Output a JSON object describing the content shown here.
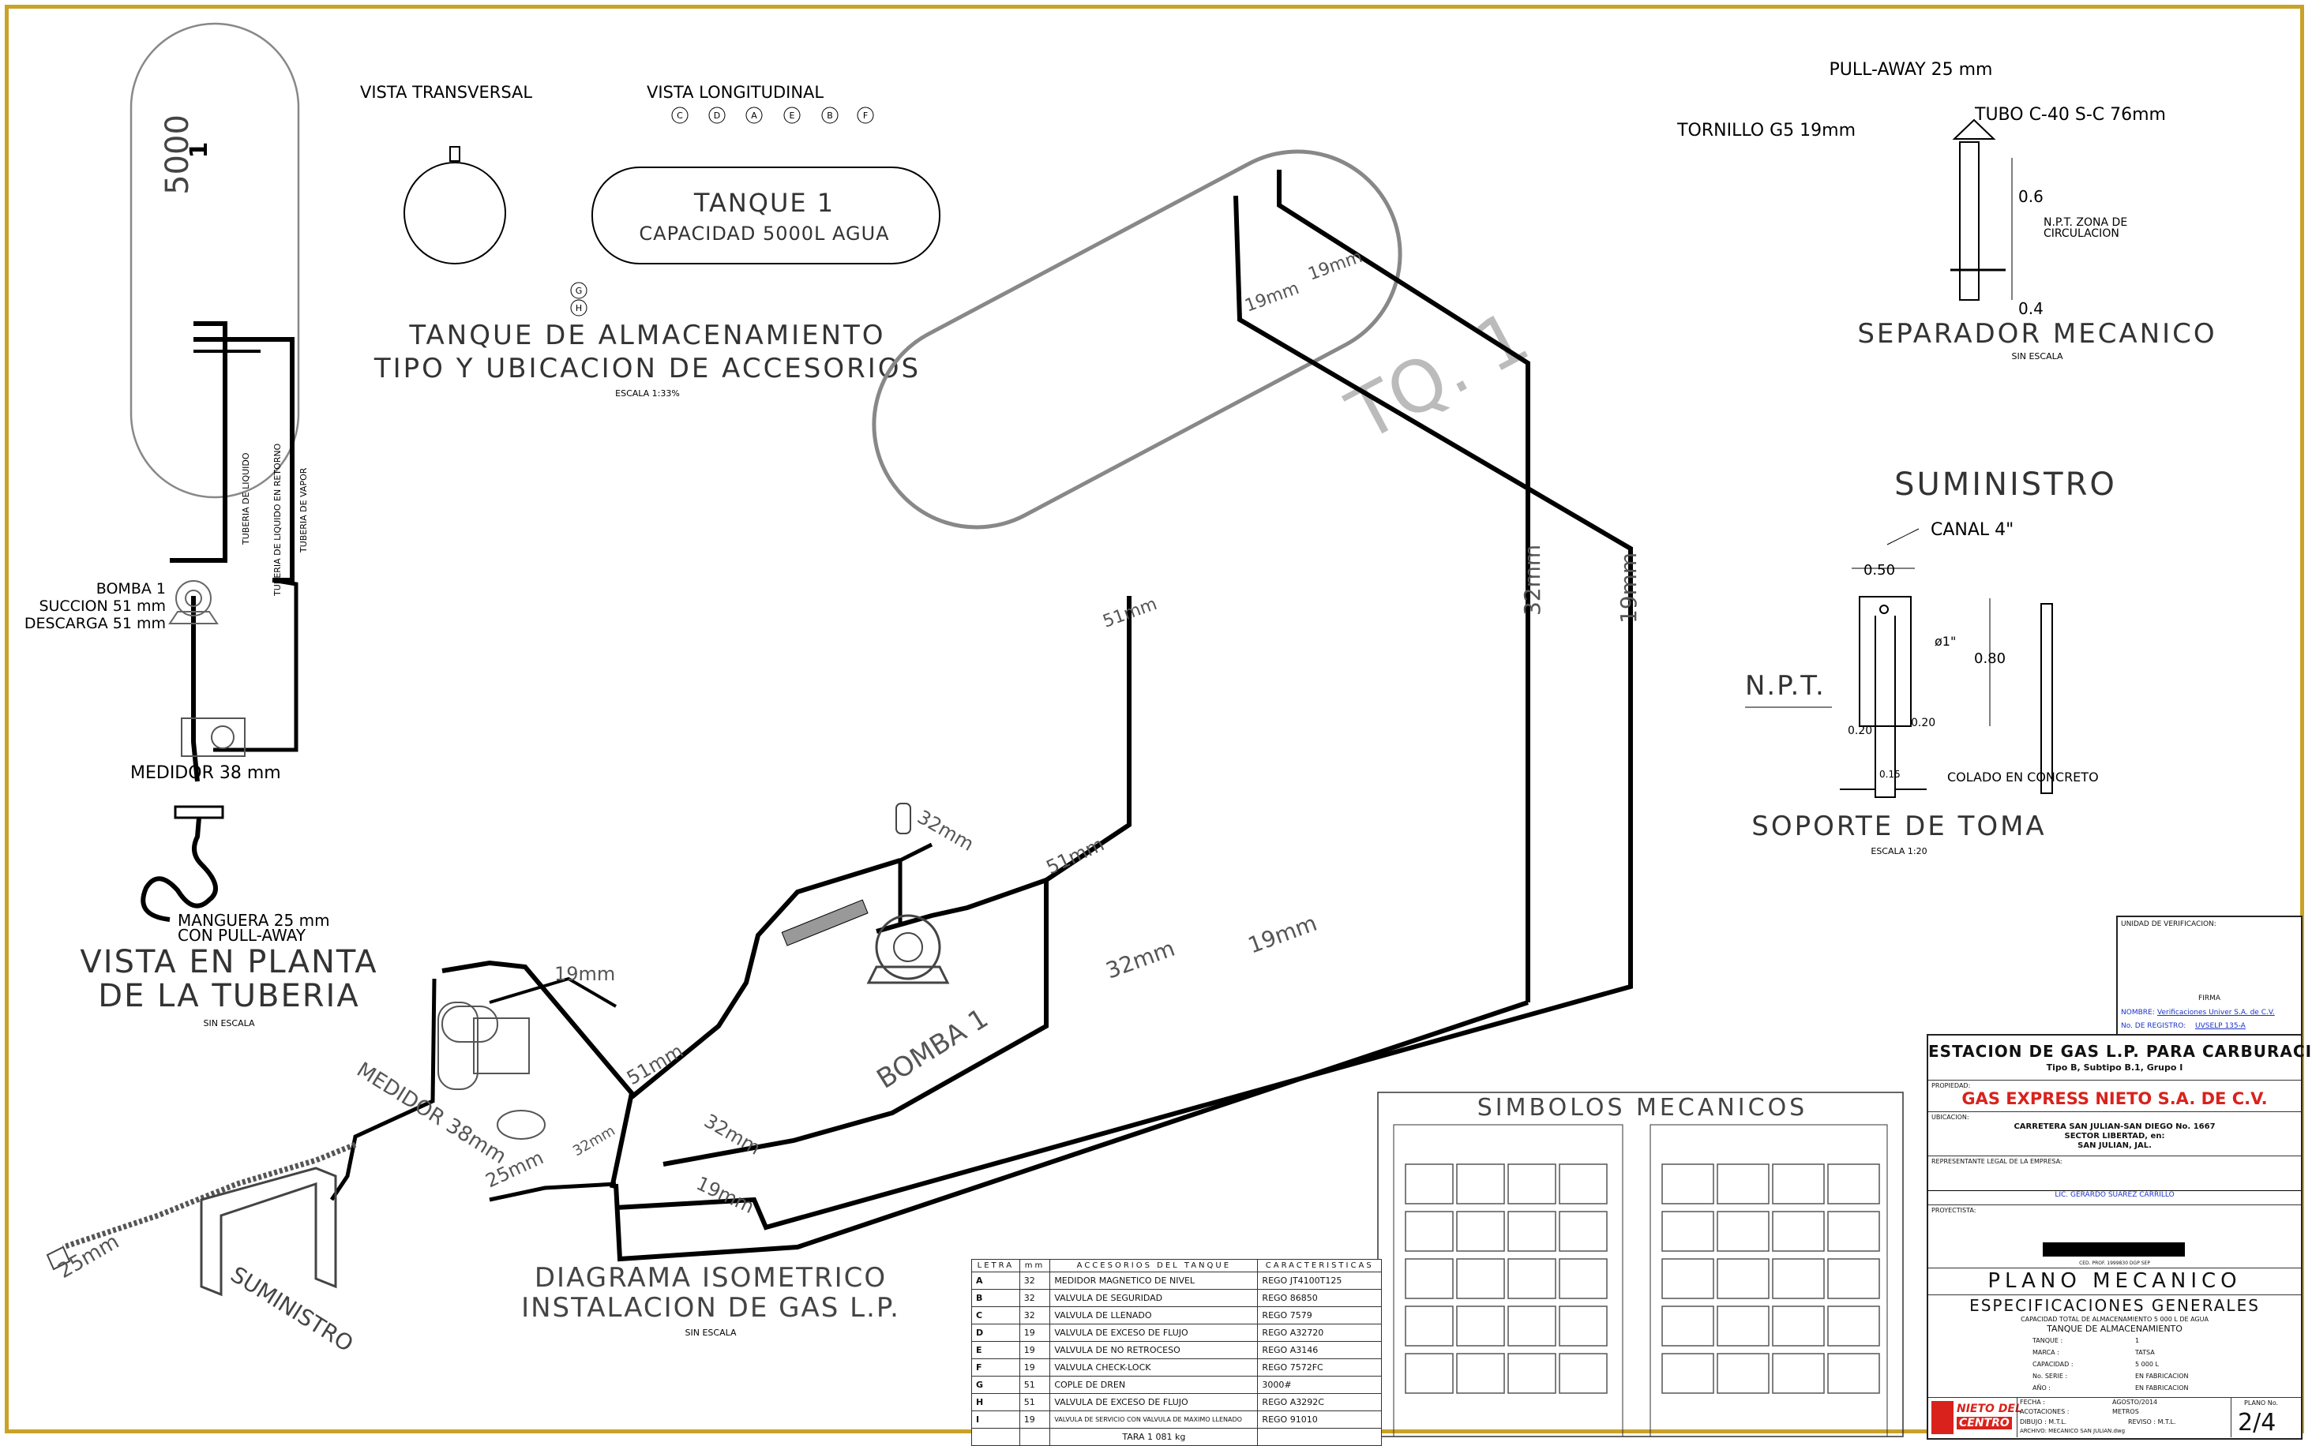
{
  "left_view": {
    "tank_number": "5000",
    "tank_sub": "1",
    "pipe_labels": [
      "TUBERIA DE LIQUIDO",
      "TUBERIA DE LIQUIDO EN RETORNO",
      "TUBERIA DE VAPOR"
    ],
    "pump_label": [
      "BOMBA 1",
      "SUCCION 51 mm",
      "DESCARGA 51 mm"
    ],
    "meter_label": "MEDIDOR 38 mm",
    "hose_label": [
      "MANGUERA 25 mm",
      "CON PULL-AWAY"
    ],
    "title": [
      "VISTA EN PLANTA",
      "DE LA TUBERIA"
    ],
    "scale": "SIN ESCALA"
  },
  "tank_views": {
    "transversal": "VISTA TRANSVERSAL",
    "longitudinal": "VISTA LONGITUDINAL",
    "ports_top": [
      "C",
      "D",
      "A",
      "E",
      "B",
      "F"
    ],
    "ports_bottom": [
      "G",
      "H"
    ],
    "tank_title": "TANQUE 1",
    "tank_capacity": "CAPACIDAD 5000L AGUA",
    "title": [
      "TANQUE DE ALMACENAMIENTO",
      "TIPO Y UBICACION DE ACCESORIOS"
    ],
    "scale": "ESCALA 1:33%"
  },
  "iso": {
    "tank_label": "TQ. 1",
    "pump_label": "BOMBA 1",
    "meter_label": "MEDIDOR 38mm",
    "supply_label": "SUMINISTRO",
    "pipe_labels": [
      "19mm",
      "19mm",
      "51mm",
      "32mm",
      "19mm",
      "32mm",
      "51mm",
      "32mm",
      "19mm",
      "19mm",
      "51mm",
      "32mm",
      "19mm",
      "25mm",
      "32mm",
      "25mm"
    ],
    "title": [
      "DIAGRAMA ISOMETRICO",
      "INSTALACION DE GAS L.P."
    ],
    "scale": "SIN ESCALA"
  },
  "separator": {
    "pullaway": "PULL-AWAY 25 mm",
    "bolt": "TORNILLO G5 19mm",
    "tube": "TUBO C-40 S-C 76mm",
    "dim1": "0.6",
    "dim2": "0.4",
    "npt": [
      "N.P.T. ZONA DE",
      "CIRCULACION"
    ],
    "title": "SEPARADOR MECANICO",
    "scale": "SIN ESCALA"
  },
  "support": {
    "top_title": "SUMINISTRO",
    "channel": "CANAL 4\"",
    "dim_top": "0.50",
    "dim_side": "0.80",
    "dia": "ø1\"",
    "npt": "N.P.T.",
    "dim_a": "0.20",
    "dim_b": "0.20",
    "dim_c": "0.15",
    "concrete": "COLADO EN CONCRETO",
    "title": "SOPORTE DE TOMA",
    "scale": "ESCALA 1:20"
  },
  "symbols": {
    "title": "SIMBOLOS MECANICOS"
  },
  "accessories": {
    "headers": [
      "LETRA",
      "mm",
      "ACCESORIOS DEL TANQUE",
      "CARACTERISTICAS"
    ],
    "rows": [
      [
        "A",
        "32",
        "MEDIDOR MAGNETICO DE NIVEL",
        "REGO JT4100T125"
      ],
      [
        "B",
        "32",
        "VALVULA DE SEGURIDAD",
        "REGO 86850"
      ],
      [
        "C",
        "32",
        "VALVULA DE LLENADO",
        "REGO 7579"
      ],
      [
        "D",
        "19",
        "VALVULA DE EXCESO DE FLUJO",
        "REGO A32720"
      ],
      [
        "E",
        "19",
        "VALVULA DE NO RETROCESO",
        "REGO A3146"
      ],
      [
        "F",
        "19",
        "VALVULA CHECK-LOCK",
        "REGO 7572FC"
      ],
      [
        "G",
        "51",
        "COPLE DE DREN",
        "3000#"
      ],
      [
        "H",
        "51",
        "VALVULA DE EXCESO DE FLUJO",
        "REGO A3292C"
      ],
      [
        "I",
        "19",
        "VALVULA DE SERVICIO CON VALVULA DE MAXIMO LLENADO",
        "REGO 91010"
      ]
    ],
    "tara": "TARA 1 081 kg"
  },
  "verification": {
    "unit": "UNIDAD DE VERIFICACION:",
    "firma": "FIRMA",
    "nombre_label": "NOMBRE:",
    "nombre": "Verificaciones Univer S.A. de C.V.",
    "registro_label": "No. DE REGISTRO:",
    "registro": "UVSELP 135-A"
  },
  "title_block": {
    "title": "ESTACION DE GAS L.P. PARA CARBURACION",
    "subtitle": "Tipo B, Subtipo B.1, Grupo I",
    "owner_label": "PROPIEDAD:",
    "owner": "GAS EXPRESS NIETO S.A. DE C.V.",
    "location_label": "UBICACION:",
    "location": [
      "CARRETERA SAN JULIAN-SAN DIEGO No. 1667",
      "SECTOR LIBERTAD, en:",
      "SAN JULIAN, JAL."
    ],
    "rep_label": "REPRESENTANTE LEGAL DE LA EMPRESA:",
    "rep": "LIC. GERARDO SUAREZ CARRILLO",
    "designer_label": "PROYECTISTA:",
    "ced": "CED. PROF. 1999830 DGP SEP",
    "plan": "PLANO MECANICO",
    "spec": "ESPECIFICACIONES GENERALES",
    "cap": [
      "CAPACIDAD TOTAL DE ALMACENAMIENTO 5 000 L DE AGUA",
      "TANQUE DE ALMACENAMIENTO"
    ],
    "spec_rows": [
      [
        "TANQUE :",
        "1"
      ],
      [
        "MARCA :",
        "TATSA"
      ],
      [
        "CAPACIDAD :",
        "5 000 L"
      ],
      [
        "No. SERIE :",
        "EN FABRICACION"
      ],
      [
        "AÑO :",
        "EN FABRICACION"
      ]
    ],
    "logo": [
      "NIETO DEL",
      "CENTRO"
    ],
    "fecha_label": "FECHA :",
    "fecha": "AGOSTO/2014",
    "acot_label": "ACOTACIONES :",
    "acot": "METROS",
    "dibujo": "DIBUJO : M.T.L.",
    "reviso": "REVISO : M.T.L.",
    "archivo": "ARCHIVO: MECANICO SAN JULIAN.dwg",
    "plano_label": "PLANO No.",
    "plano": "2/4"
  }
}
